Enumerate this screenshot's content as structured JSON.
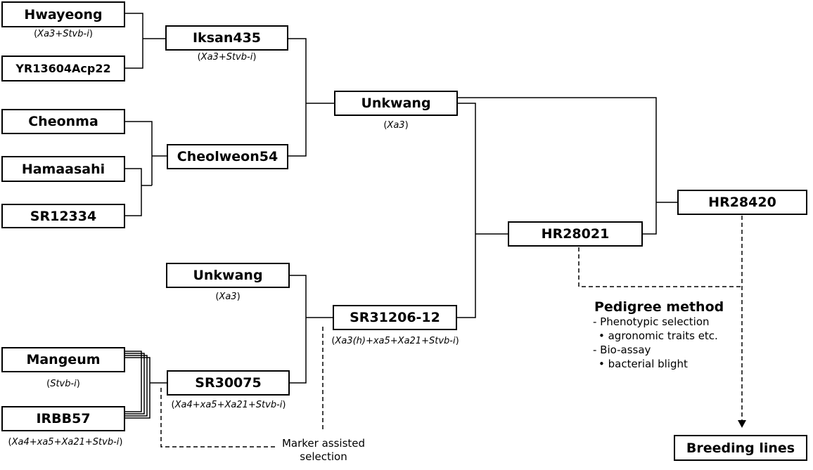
{
  "nodes": {
    "hwayeong": "Hwayeong",
    "yr13604": "YR13604Acp22",
    "iksan435": "Iksan435",
    "cheonma": "Cheonma",
    "hamaasahi": "Hamaasahi",
    "sr12334": "SR12334",
    "cheolweon54": "Cheolweon54",
    "unkwang_top": "Unkwang",
    "unkwang_bottom": "Unkwang",
    "mangeum": "Mangeum",
    "irbb57": "IRBB57",
    "sr30075": "SR30075",
    "sr31206": "SR31206-12",
    "hr28021": "HR28021",
    "hr28420": "HR28420",
    "breeding_lines": "Breeding lines"
  },
  "genes": {
    "hwayeong": "Xa3+Stvb-i",
    "iksan435": "Xa3+Stvb-i",
    "unkwang_top": "Xa3",
    "unkwang_bottom": "Xa3",
    "mangeum": "Stvb-i",
    "irbb57": "Xa4+xa5+Xa21+Stvb-i",
    "sr30075": "Xa4+xa5+Xa21+Stvb-i",
    "sr31206": "Xa3(h)+xa5+Xa21+Stvb-i"
  },
  "pedigree_method": {
    "title": "Pedigree method",
    "lines": [
      "- Phenotypic selection",
      "  • agronomic traits etc.",
      "- Bio-assay",
      "  • bacterial blight"
    ]
  },
  "marker_selection": {
    "line1": "Marker assisted",
    "line2": "selection"
  }
}
